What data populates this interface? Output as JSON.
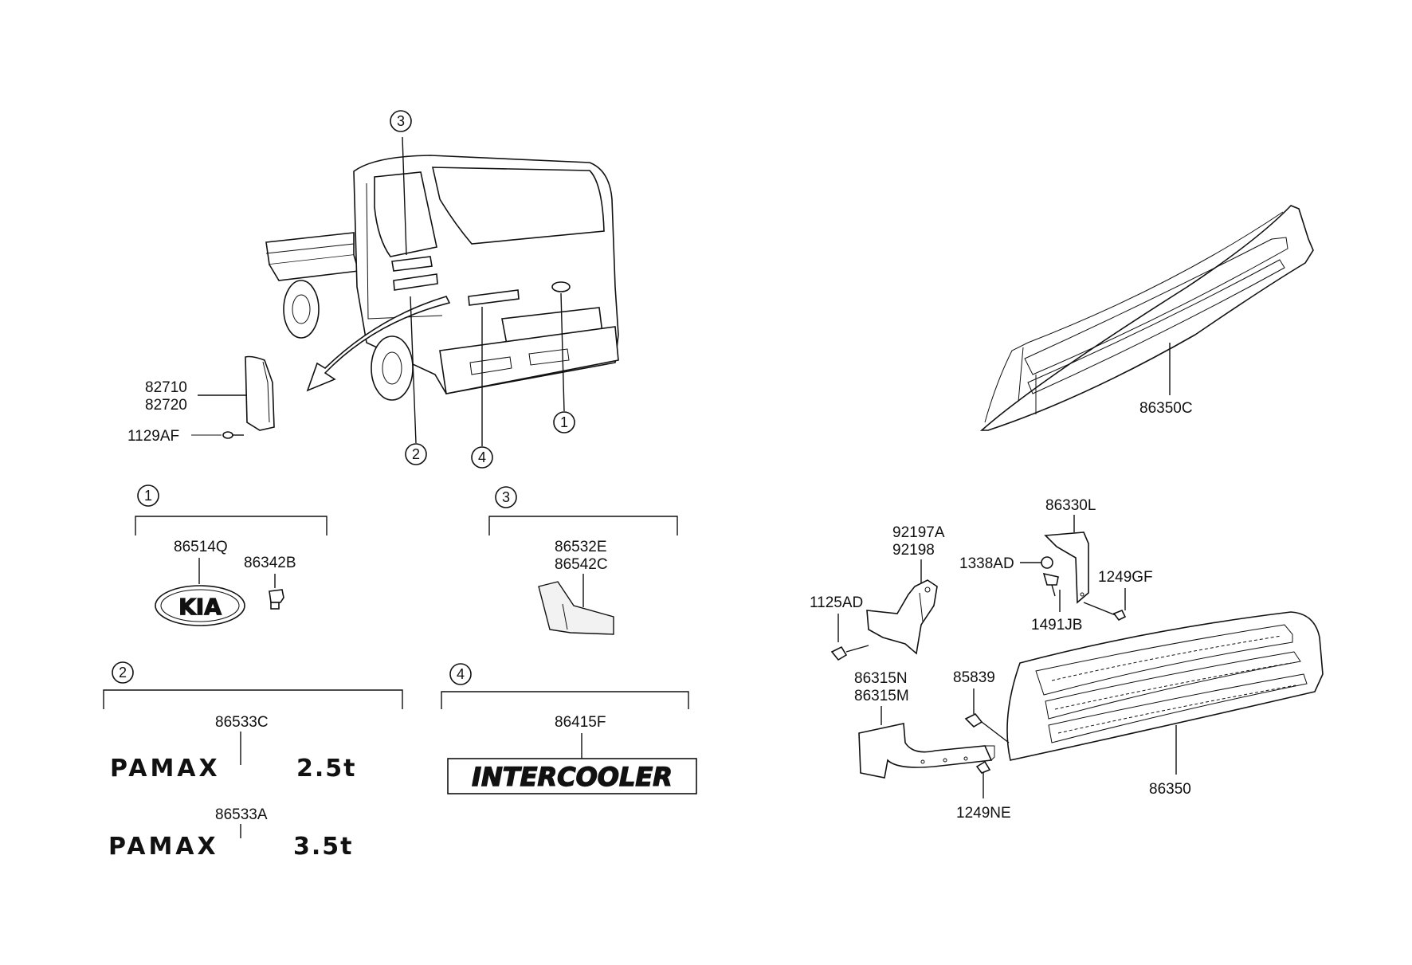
{
  "colors": {
    "ink": "#111111",
    "paper": "#ffffff",
    "fill": "#f2f2f2"
  },
  "callouts": {
    "c1": "1",
    "c2": "2",
    "c3": "3",
    "c4": "4"
  },
  "labels": {
    "p82710": "82710",
    "p82720": "82720",
    "p1129AF": "1129AF",
    "p86514Q": "86514Q",
    "p86342B": "86342B",
    "p86532E": "86532E",
    "p86542C": "86542C",
    "p86533C": "86533C",
    "p86533A": "86533A",
    "p86415F": "86415F",
    "p86350C": "86350C",
    "p86330L": "86330L",
    "p92197A": "92197A",
    "p92198": "92198",
    "p1338AD": "1338AD",
    "p1249GF": "1249GF",
    "p1125AD": "1125AD",
    "p1491JB": "1491JB",
    "p86315N": "86315N",
    "p86315M": "86315M",
    "p85839": "85839",
    "p1249NE": "1249NE",
    "p86350": "86350"
  },
  "emblems": {
    "kia": "KIA",
    "pamax": "PAMAX",
    "t25": "2.5t",
    "t35": "3.5t",
    "intercooler": "INTERCOOLER"
  }
}
